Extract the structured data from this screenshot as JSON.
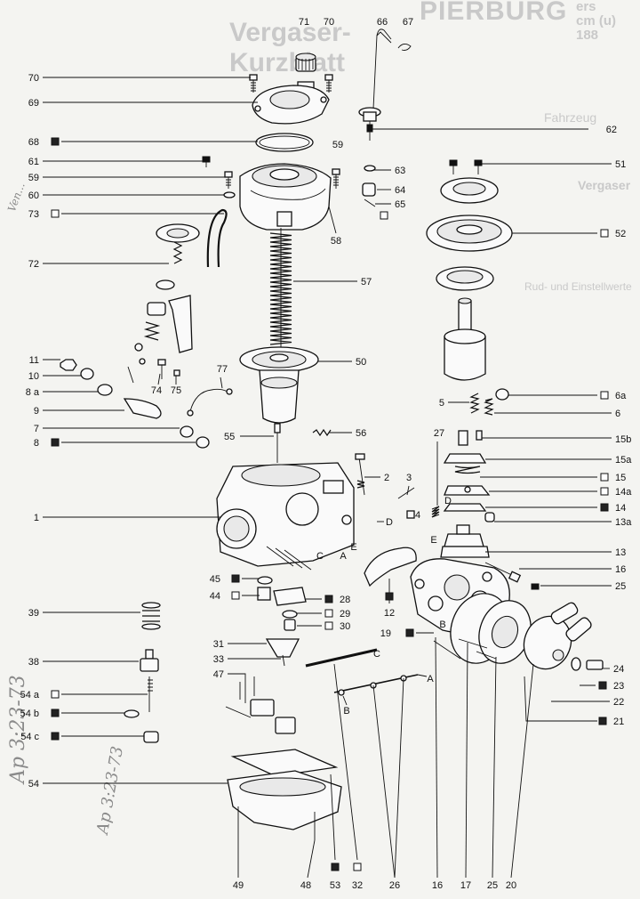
{
  "ghost": {
    "brand": "PIERBURG",
    "title_line1": "Vergaser-",
    "title_line2": "Kurzblatt",
    "code_line1": "ers ",
    "code_line2": "cm (u)",
    "code_line3": "188",
    "fahrzeug": "Fahrzeug",
    "vergaser": "Vergaser",
    "rund": "Rud- und Einstellwerte"
  },
  "pencil": {
    "left": "Ap 3:23-73",
    "mid": "Ap 3:23-73",
    "small": "Ven..."
  },
  "labels": [
    {
      "id": "71",
      "text": "71"
    },
    {
      "id": "70a",
      "text": "70"
    },
    {
      "id": "66",
      "text": "66"
    },
    {
      "id": "67",
      "text": "67"
    },
    {
      "id": "70b",
      "text": "70"
    },
    {
      "id": "69",
      "text": "69"
    },
    {
      "id": "62",
      "text": "62"
    },
    {
      "id": "68",
      "text": "68"
    },
    {
      "id": "59a",
      "text": "59"
    },
    {
      "id": "63",
      "text": "63"
    },
    {
      "id": "61",
      "text": "61"
    },
    {
      "id": "51",
      "text": "51"
    },
    {
      "id": "59b",
      "text": "59"
    },
    {
      "id": "64",
      "text": "64"
    },
    {
      "id": "60",
      "text": "60"
    },
    {
      "id": "65",
      "text": "65"
    },
    {
      "id": "73",
      "text": "73"
    },
    {
      "id": "58",
      "text": "58"
    },
    {
      "id": "52",
      "text": "52"
    },
    {
      "id": "72",
      "text": "72"
    },
    {
      "id": "57",
      "text": "57"
    },
    {
      "id": "11",
      "text": "11"
    },
    {
      "id": "50",
      "text": "50"
    },
    {
      "id": "77",
      "text": "77"
    },
    {
      "id": "10",
      "text": "10"
    },
    {
      "id": "74",
      "text": "74"
    },
    {
      "id": "75",
      "text": "75"
    },
    {
      "id": "8a",
      "text": "8 a"
    },
    {
      "id": "6a",
      "text": "6a"
    },
    {
      "id": "5",
      "text": "5"
    },
    {
      "id": "6",
      "text": "6"
    },
    {
      "id": "9",
      "text": "9"
    },
    {
      "id": "7",
      "text": "7"
    },
    {
      "id": "56",
      "text": "56"
    },
    {
      "id": "27",
      "text": "27"
    },
    {
      "id": "15b",
      "text": "15b"
    },
    {
      "id": "8",
      "text": "8"
    },
    {
      "id": "55",
      "text": "55"
    },
    {
      "id": "15a",
      "text": "15a"
    },
    {
      "id": "2",
      "text": "2"
    },
    {
      "id": "15",
      "text": "15"
    },
    {
      "id": "3",
      "text": "3"
    },
    {
      "id": "14a",
      "text": "14a"
    },
    {
      "id": "1",
      "text": "1"
    },
    {
      "id": "4",
      "text": "4"
    },
    {
      "id": "14",
      "text": "14"
    },
    {
      "id": "D1",
      "text": "D"
    },
    {
      "id": "D2",
      "text": "D"
    },
    {
      "id": "13a",
      "text": "13a"
    },
    {
      "id": "E1",
      "text": "E"
    },
    {
      "id": "E2",
      "text": "E"
    },
    {
      "id": "C1",
      "text": "C"
    },
    {
      "id": "A1",
      "text": "A"
    },
    {
      "id": "13",
      "text": "13"
    },
    {
      "id": "16a",
      "text": "16"
    },
    {
      "id": "45",
      "text": "45"
    },
    {
      "id": "25a",
      "text": "25"
    },
    {
      "id": "44",
      "text": "44"
    },
    {
      "id": "28",
      "text": "28"
    },
    {
      "id": "12",
      "text": "12"
    },
    {
      "id": "29",
      "text": "29"
    },
    {
      "id": "39",
      "text": "39"
    },
    {
      "id": "30",
      "text": "30"
    },
    {
      "id": "19",
      "text": "19"
    },
    {
      "id": "B1",
      "text": "B"
    },
    {
      "id": "31",
      "text": "31"
    },
    {
      "id": "33",
      "text": "33"
    },
    {
      "id": "C2",
      "text": "C"
    },
    {
      "id": "38",
      "text": "38"
    },
    {
      "id": "47",
      "text": "47"
    },
    {
      "id": "24",
      "text": "24"
    },
    {
      "id": "A2",
      "text": "A"
    },
    {
      "id": "23",
      "text": "23"
    },
    {
      "id": "54a",
      "text": "54 a"
    },
    {
      "id": "54b",
      "text": "54 b"
    },
    {
      "id": "B2",
      "text": "B"
    },
    {
      "id": "22",
      "text": "22"
    },
    {
      "id": "54c",
      "text": "54 c"
    },
    {
      "id": "21",
      "text": "21"
    },
    {
      "id": "54",
      "text": "54"
    },
    {
      "id": "49",
      "text": "49"
    },
    {
      "id": "48",
      "text": "48"
    },
    {
      "id": "53",
      "text": "53"
    },
    {
      "id": "32",
      "text": "32"
    },
    {
      "id": "26",
      "text": "26"
    },
    {
      "id": "16b",
      "text": "16"
    },
    {
      "id": "17",
      "text": "17"
    },
    {
      "id": "25b",
      "text": "25"
    },
    {
      "id": "20",
      "text": "20"
    }
  ]
}
